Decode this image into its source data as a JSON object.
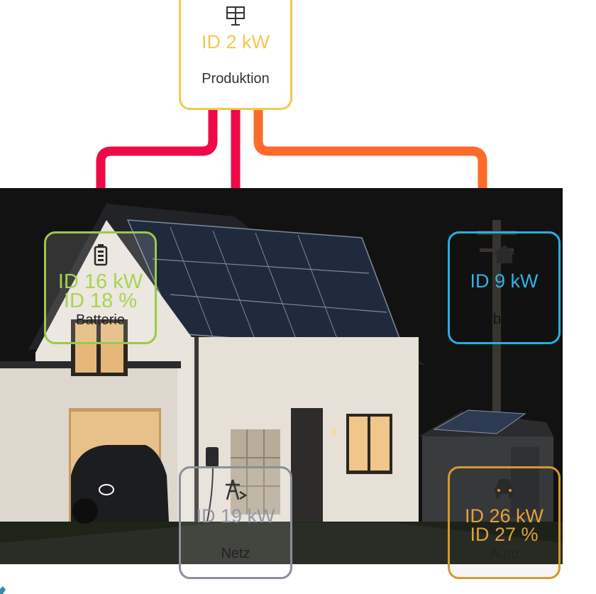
{
  "colors": {
    "production": "#f4c850",
    "battery": "#a7d44f",
    "consumption": "#2fb3e3",
    "grid": "#8f97a6",
    "car": "#e0a43a",
    "flow_red": "#ee0a47",
    "flow_orange": "#ff6a2a"
  },
  "production": {
    "value": "ID 2 kW",
    "label": "Produktion",
    "icon": "solar-panel-icon"
  },
  "battery": {
    "value": "ID 16 kW",
    "percent": "ID 18 %",
    "label": "Batterie",
    "icon": "battery-icon"
  },
  "consumption": {
    "value": "ID 9 kW",
    "label": "Verbrauch",
    "icon": "house-icon"
  },
  "grid": {
    "value": "ID 19 kW",
    "label": "Netz",
    "icon": "power-pylon-icon"
  },
  "car": {
    "value": "ID 26 kW",
    "percent": "ID 27 %",
    "label": "Auto",
    "icon": "car-icon"
  }
}
